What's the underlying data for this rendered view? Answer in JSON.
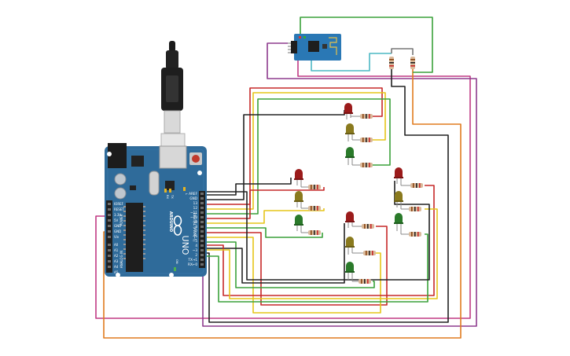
{
  "arduino": {
    "logo": "UNO",
    "brand": "ARDUINO",
    "header_digital": "DIGITAL (PWM~)",
    "pins_right": [
      "AREF",
      "GND",
      "13",
      "12",
      "~11",
      "~10",
      "~9",
      "8",
      "7",
      "~6",
      "~5",
      "4",
      "~3",
      "2",
      "TX→1",
      "RX←0"
    ],
    "pins_left": [
      "IOREF",
      "RESET",
      "3.3V",
      "5V",
      "GND",
      "GND",
      "Vin",
      "A0",
      "A1",
      "A2",
      "A3",
      "A4",
      "A5"
    ],
    "tx_label": "TX",
    "rx_label": "RX",
    "l_label": "L",
    "on_label": "ON",
    "power_label": "POWER",
    "analog_label": "ANALOG IN"
  },
  "colors": {
    "board": "#2f6b9a",
    "wire_red": "#c62828",
    "wire_yellow": "#e6c519",
    "wire_green": "#3aa13a",
    "wire_black": "#222222",
    "wire_purple": "#8e3b8e",
    "wire_magenta": "#c03a84",
    "wire_orange": "#e07b1e",
    "wire_cyan": "#4cb8c4",
    "led_red": "#9b1b1b",
    "led_yellow": "#8a7a1e",
    "led_green": "#2a7a2a"
  },
  "esp_module": {
    "icon": "esp8266-wifi-module"
  },
  "components": {
    "led_group_icon": "traffic-light-led-group",
    "resistor_icon": "resistor"
  }
}
